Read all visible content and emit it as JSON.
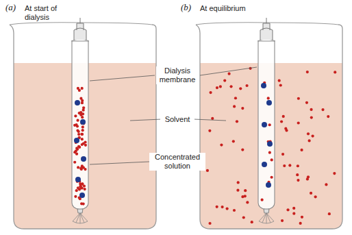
{
  "diagram": {
    "labels": [
      "(a)",
      "At start of dialysis",
      "(b)",
      "At equilibrium",
      "Dialysis membrane",
      "Solvent",
      "Concentrated solution"
    ]
  }
}
